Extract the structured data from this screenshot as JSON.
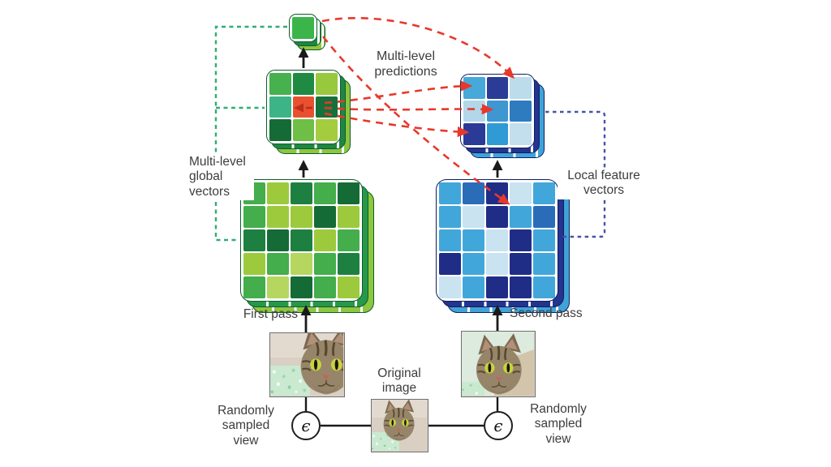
{
  "diagram": {
    "labels": {
      "multi_level_predictions": "Multi-level predictions",
      "multi_level_global_vectors": "Multi-level global vectors",
      "local_feature_vectors": "Local feature vectors",
      "first_pass": "First pass",
      "second_pass": "Second pass",
      "original_image": "Original image",
      "randomly_sampled_view_left": "Randomly sampled view",
      "randomly_sampled_view_right": "Randomly sampled view",
      "epsilon_left": "ϵ",
      "epsilon_right": "ϵ"
    },
    "colors": {
      "prediction_arrow_red": "#e8382b",
      "global_bracket_green": "#2fae74",
      "local_bracket_blue": "#4553a8",
      "black_arrow": "#1a1a1a",
      "highlight_cell_red": "#e85130",
      "text_gray": "#3d3d3d"
    },
    "grids": {
      "global_token": {
        "border": "#0f5c2b",
        "stack": [
          "#1e8743",
          "#8dc63f"
        ],
        "cells": [
          [
            "#3bb54a"
          ]
        ]
      },
      "global_map_3x3": {
        "border": "#0f5c2b",
        "stack": [
          "#1e8743",
          "#8dc63f"
        ],
        "cells": [
          [
            "#46b14e",
            "#1f8a41",
            "#97c83d"
          ],
          [
            "#3cb487",
            "#e85130",
            "#17703a"
          ],
          [
            "#156b36",
            "#6fbe45",
            "#a3cc3e"
          ]
        ]
      },
      "global_map_5x5": {
        "border": "#0f5c2b",
        "stack": [
          "#27984a",
          "#8dc63f"
        ],
        "cells": [
          [
            "#44ad4c",
            "#9dca3c",
            "#1e8040",
            "#44ad4c",
            "#156b36"
          ],
          [
            "#44ad4c",
            "#9dca3c",
            "#9dca3c",
            "#156b36",
            "#9dca3c"
          ],
          [
            "#1e8040",
            "#156b36",
            "#1e8040",
            "#9dca3c",
            "#44ad4c"
          ],
          [
            "#9dca3c",
            "#44ad4c",
            "#b5d65f",
            "#44ad4c",
            "#1e8040"
          ],
          [
            "#44ad4c",
            "#b5d65f",
            "#156b36",
            "#44ad4c",
            "#9dca3c"
          ]
        ]
      },
      "local_map_3x3": {
        "border": "#101f5c",
        "stack": [
          "#24348f",
          "#3fa3d8"
        ],
        "cells": [
          [
            "#46a9d9",
            "#2b3c96",
            "#bcdcec"
          ],
          [
            "#b3d7e9",
            "#3e97d1",
            "#2e7bbf"
          ],
          [
            "#2b3a97",
            "#2f9ad3",
            "#c3dfee"
          ]
        ]
      },
      "local_map_5x5": {
        "border": "#101f5c",
        "stack": [
          "#24348f",
          "#3fa3d8"
        ],
        "cells": [
          [
            "#41a7da",
            "#2b6cb8",
            "#202d87",
            "#c9e3f1",
            "#41a7da"
          ],
          [
            "#41a7da",
            "#c9e3f1",
            "#202d87",
            "#41a7da",
            "#2b6cb8"
          ],
          [
            "#41a7da",
            "#41a7da",
            "#c9e3f1",
            "#202d87",
            "#41a7da"
          ],
          [
            "#202d87",
            "#41a7da",
            "#c9e3f1",
            "#202d87",
            "#41a7da"
          ],
          [
            "#c9e3f1",
            "#41a7da",
            "#202d87",
            "#202d87",
            "#41a7da"
          ]
        ]
      }
    }
  }
}
